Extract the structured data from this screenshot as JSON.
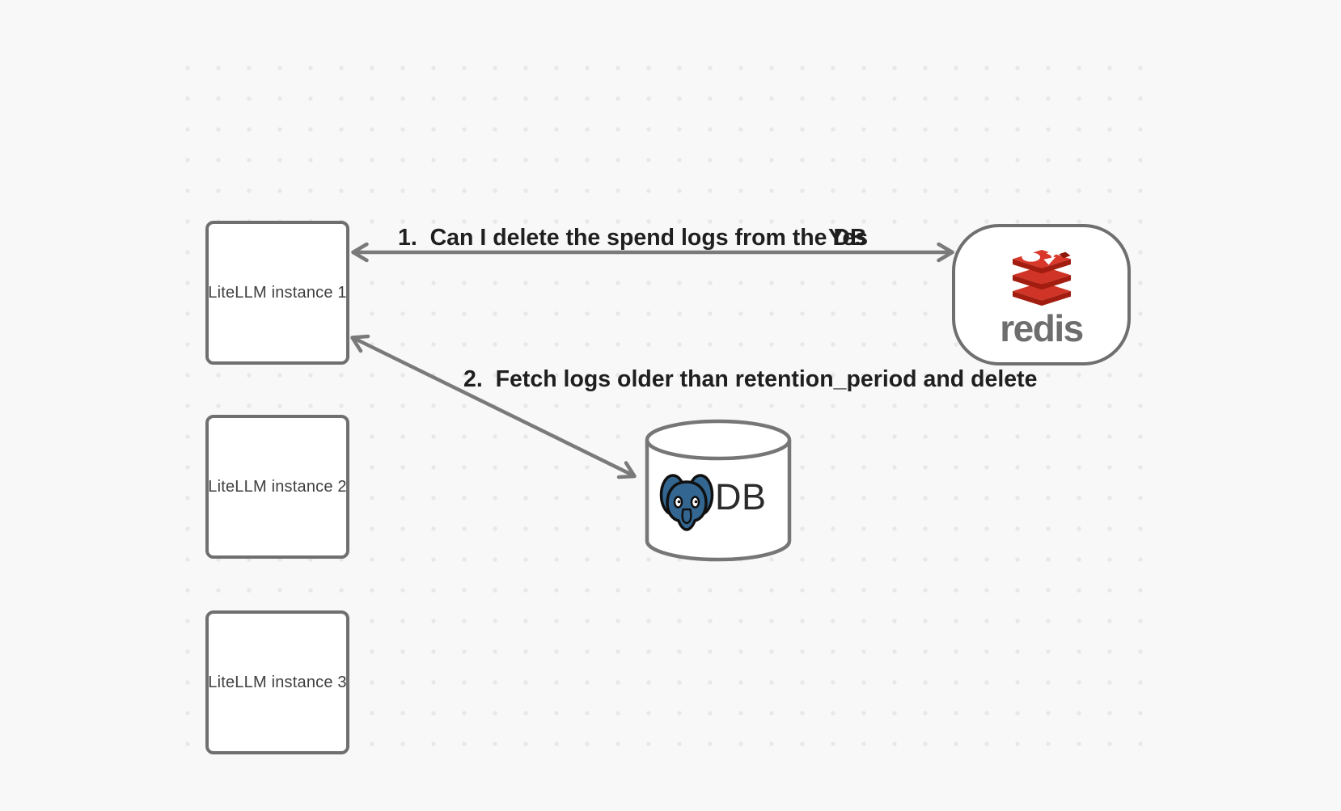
{
  "nodes": {
    "instances": [
      {
        "label": "LiteLLM instance 1"
      },
      {
        "label": "LiteLLM instance 2"
      },
      {
        "label": "LiteLLM instance 3"
      }
    ],
    "redis": {
      "label": "redis"
    },
    "db": {
      "label": "DB"
    }
  },
  "arrows": [
    {
      "label": "1.  Can I delete the spend logs from the DB",
      "answer": "Yes"
    },
    {
      "label": "2.  Fetch logs older than retention_period and delete"
    }
  ],
  "colors": {
    "background": "#f8f8f8",
    "dot": "#e8e8e8",
    "stroke": "#6f6f6f",
    "arrow": "#7a7a7a",
    "label_text": "#1f1f1f",
    "node_text": "#3f3f3f",
    "redis_red": "#c6302b",
    "redis_dark_red": "#a21d10",
    "redis_wordmark": "#6e6e6e",
    "postgres_blue": "#336791"
  }
}
